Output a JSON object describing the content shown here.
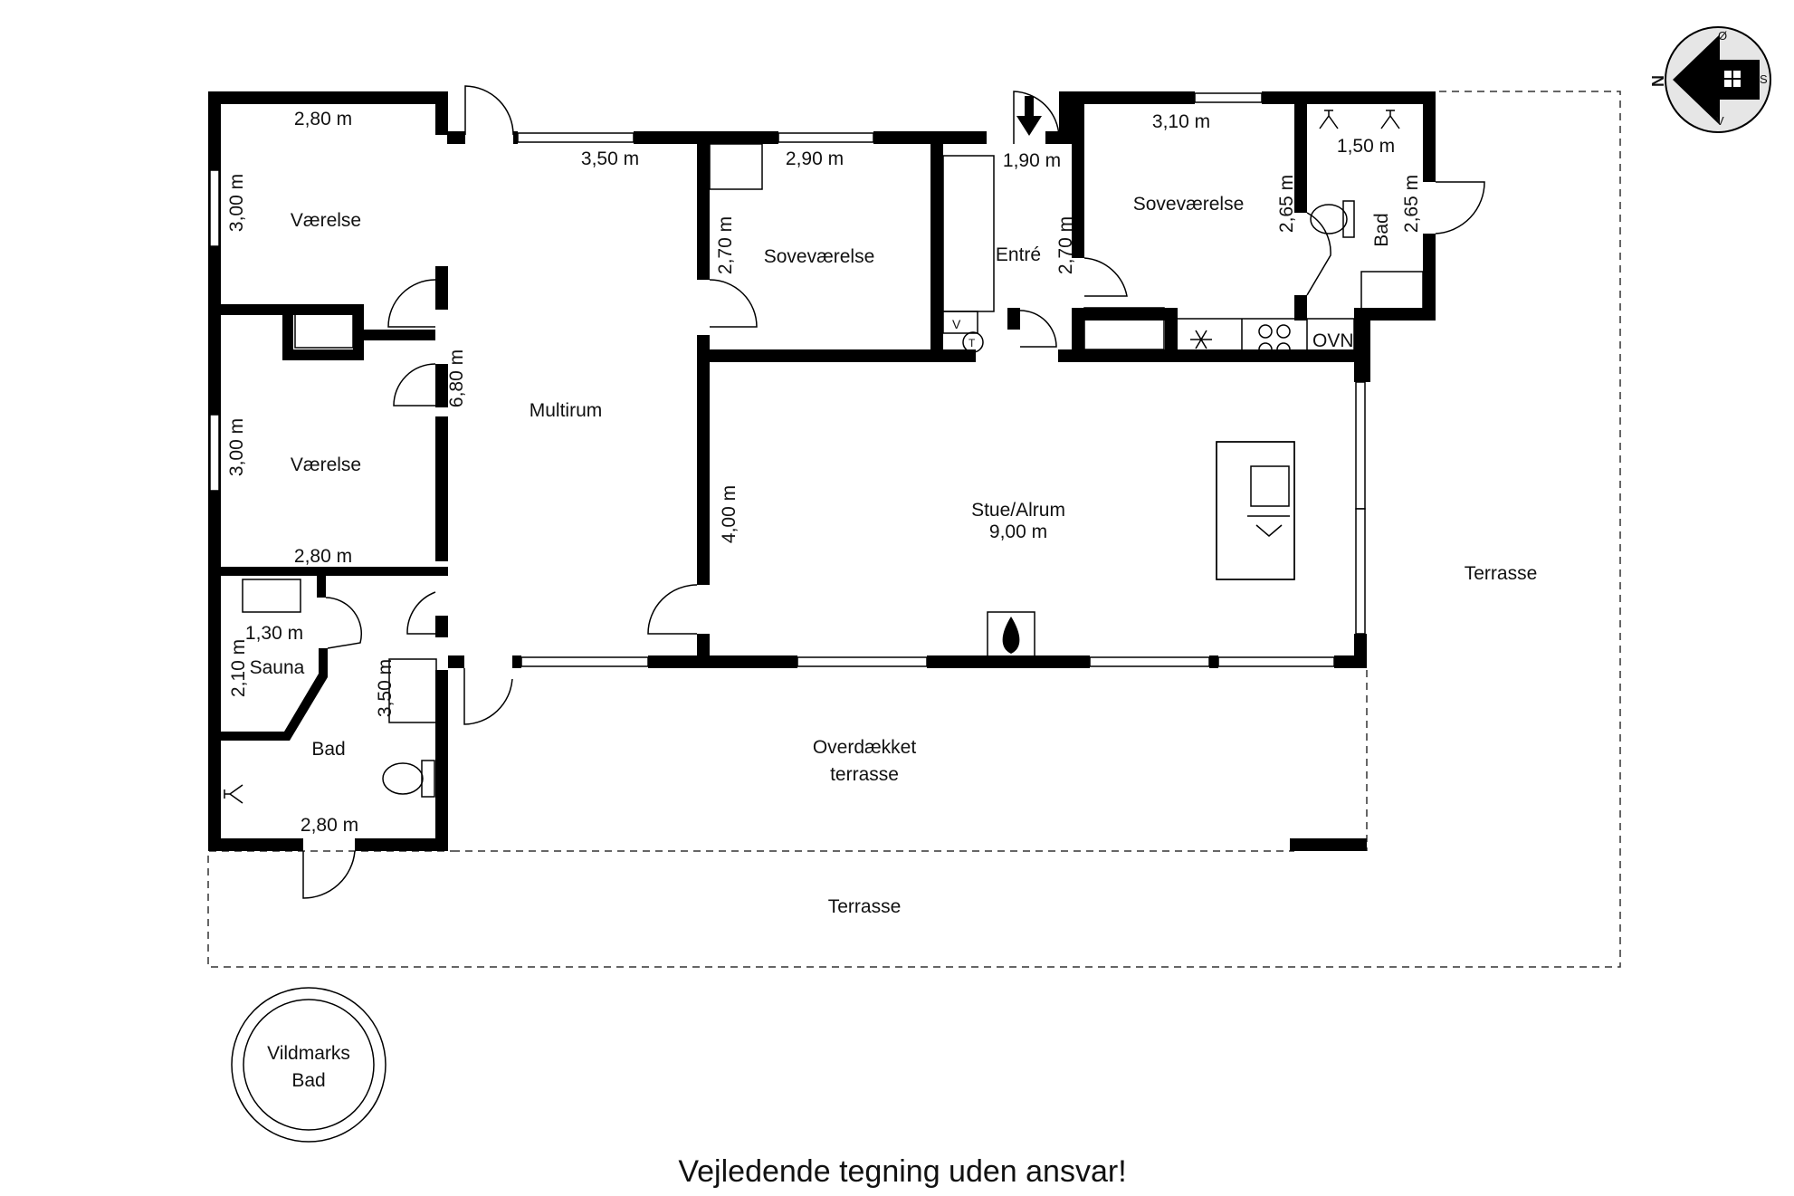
{
  "rooms": {
    "vaerelse_top": "Værelse",
    "vaerelse_bottom": "Værelse",
    "multirum": "Multirum",
    "sovevaerelse_mid": "Soveværelse",
    "entre": "Entré",
    "sovevaerelse_right": "Soveværelse",
    "bad_right": "Bad",
    "stue_alrum": "Stue/Alrum",
    "stue_alrum_size": "9,00 m",
    "sauna": "Sauna",
    "bad_left": "Bad",
    "overdaekket_line1": "Overdækket",
    "overdaekket_line2": "terrasse",
    "terrasse_right": "Terrasse",
    "terrasse_bottom": "Terrasse",
    "vildmarks_line1": "Vildmarks",
    "vildmarks_line2": "Bad"
  },
  "dims": {
    "v1_width": "2,80 m",
    "v1_height": "3,00 m",
    "v2_height": "3,00 m",
    "v2_width": "2,80 m",
    "multirum_width": "3,50 m",
    "multirum_height": "6,80 m",
    "sov_mid_width": "2,90 m",
    "sov_mid_height": "2,70 m",
    "entre_width": "1,90 m",
    "entre_height": "2,70 m",
    "sov_right_width": "3,10 m",
    "sov_right_height": "2,65 m",
    "bad_right_width": "1,50 m",
    "bad_right_height": "2,65 m",
    "stue_height": "4,00 m",
    "sauna_width": "1,30 m",
    "sauna_height": "2,10 m",
    "bad_left_height": "3,50 m",
    "bad_left_width": "2,80 m"
  },
  "fixtures": {
    "oven_label": "OVN",
    "washer_label": "V",
    "dryer_label": "T"
  },
  "compass": {
    "n": "N",
    "o": "Ø",
    "s": "S",
    "v": "V"
  },
  "footer": {
    "disclaimer": "Vejledende tegning uden ansvar!"
  }
}
